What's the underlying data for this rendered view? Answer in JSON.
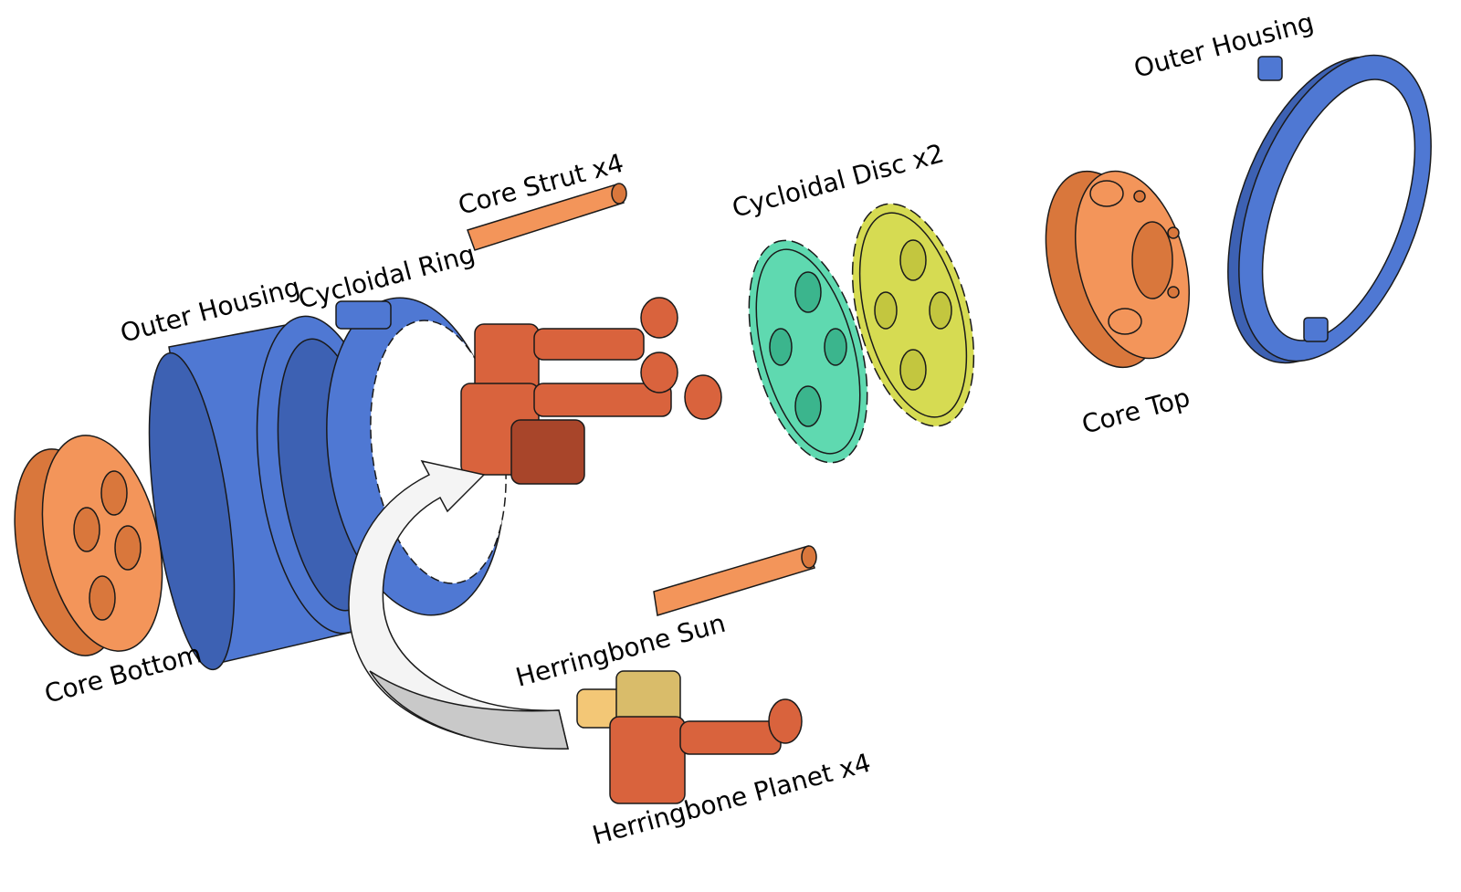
{
  "colors": {
    "housing_blue": "#4f78d3",
    "housing_blue_dark": "#3d61b3",
    "core_orange": "#f3955a",
    "core_orange_dark": "#d9773c",
    "gear_copper": "#d9633d",
    "gear_copper_dark": "#a8452a",
    "disc_teal": "#5fd9b0",
    "disc_yellow": "#d6db52",
    "sun_gold": "#d9bc6a",
    "arrow_fill": "#f4f4f4",
    "arrow_fill_gray": "#c9c9c9"
  },
  "labels": {
    "outer_housing_left": "Outer Housing",
    "cycloidal_ring": "Cycloidal Ring",
    "core_strut": "Core Strut x4",
    "cycloidal_disc": "Cycloidal Disc x2",
    "outer_housing_right": "Outer Housing",
    "core_top": "Core Top",
    "core_bottom": "Core Bottom",
    "herringbone_sun": "Herringbone Sun",
    "herringbone_planet": "Herringbone Planet x4"
  }
}
